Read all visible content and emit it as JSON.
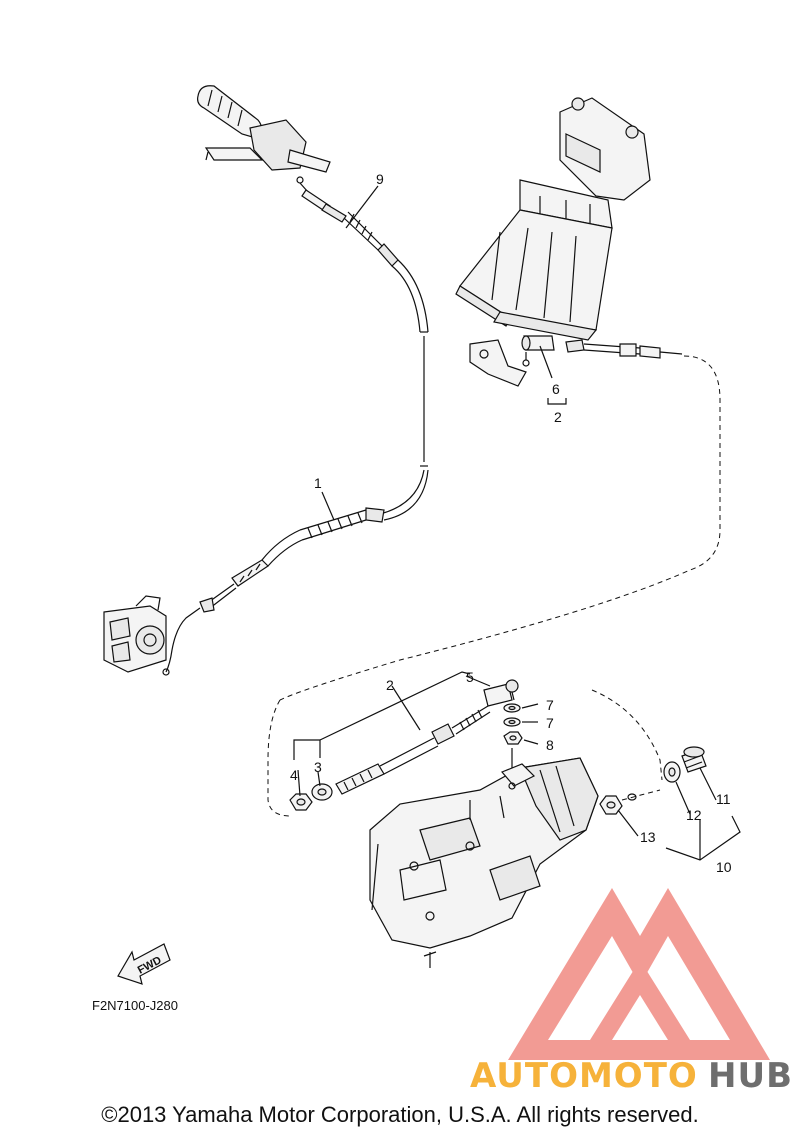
{
  "callouts": {
    "c1": "1",
    "c2a": "2",
    "c2b": "2",
    "c3": "3",
    "c4": "4",
    "c5": "5",
    "c6": "6",
    "c7a": "7",
    "c7b": "7",
    "c8": "8",
    "c9": "9",
    "c10": "10",
    "c11": "11",
    "c12": "12",
    "c13": "13"
  },
  "diagram_code": "F2N7100-J280",
  "fwd_label": "FWD",
  "watermark": {
    "part1": "AUTOMOTO",
    "part2": "HUB",
    "color1": "#f6b23a",
    "color2": "#6e6e6e",
    "logo_color": "#f08a82"
  },
  "copyright": "©2013 Yamaha Motor Corporation, U.S.A. All rights reserved."
}
